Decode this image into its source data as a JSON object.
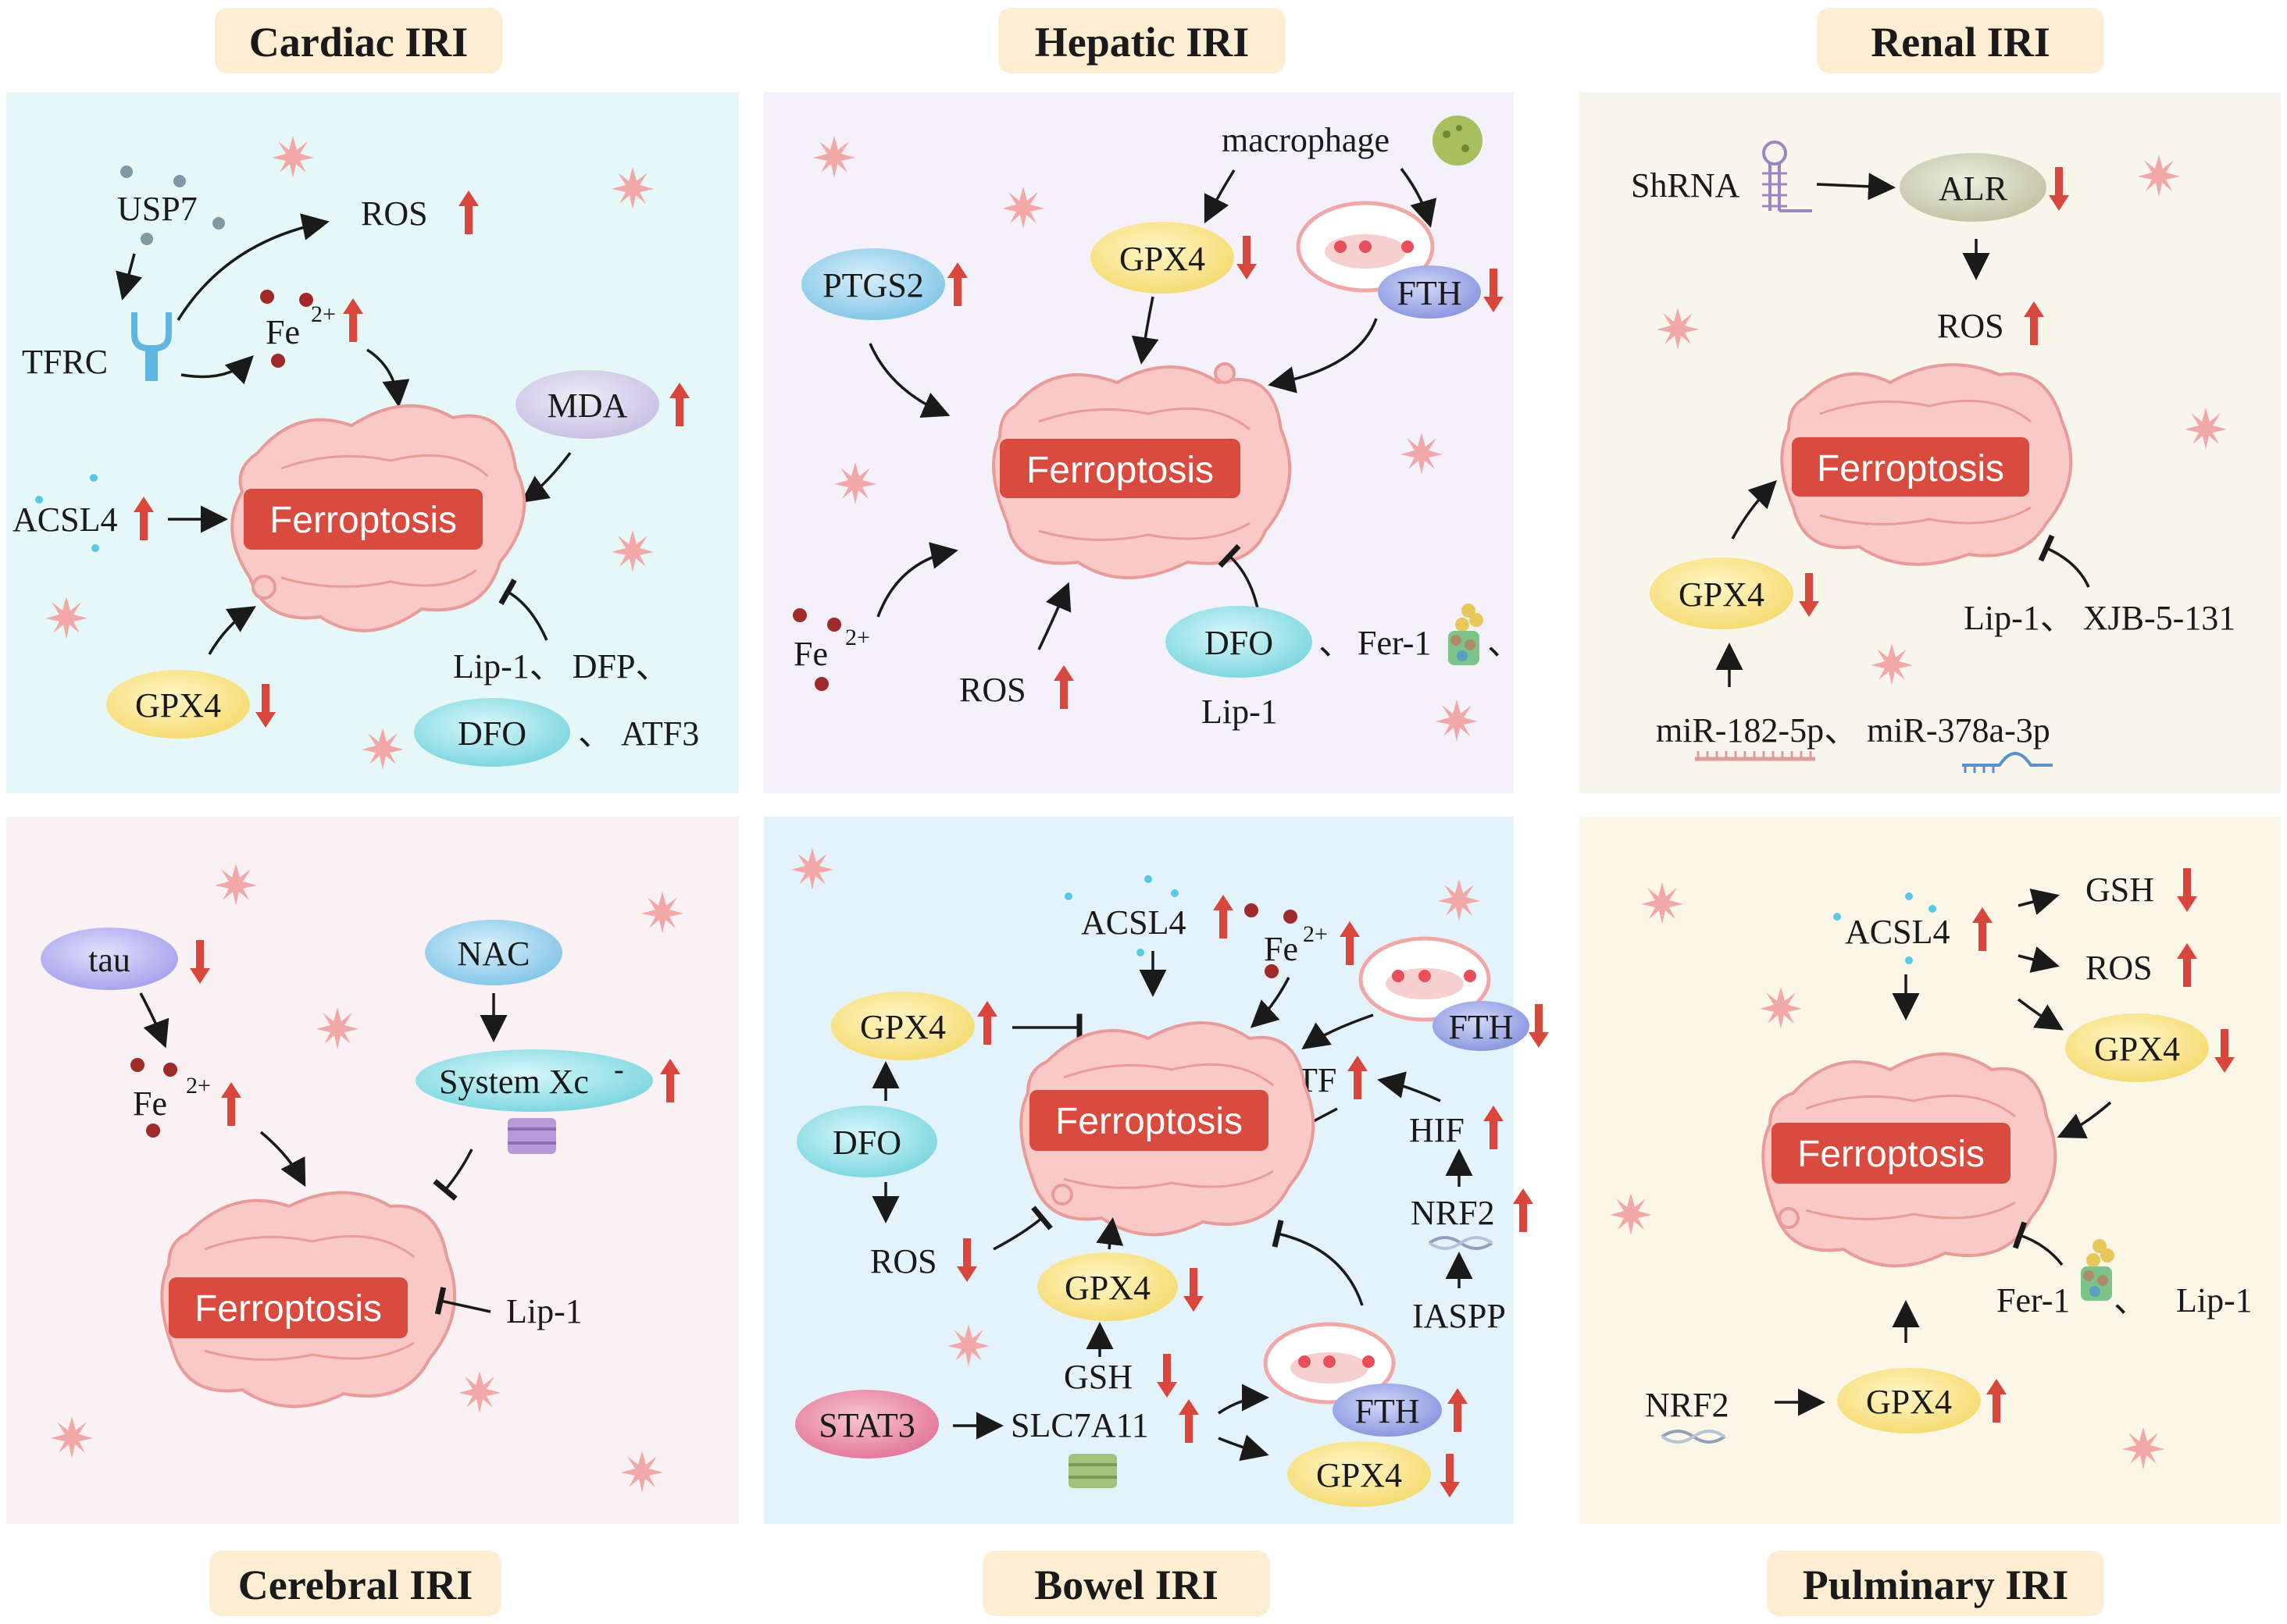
{
  "panels": {
    "cardiac": {
      "title": "Cardiac IRI",
      "usp7": "USP7",
      "ros": "ROS",
      "tfrc": "TFRC",
      "fe": "Fe",
      "fe_sup": "2+",
      "mda": "MDA",
      "acsl4": "ACSL4",
      "ferroptosis": "Ferroptosis",
      "gpx4": "GPX4",
      "inhibitors_1": "Lip-1、 DFP、",
      "dfo": "DFO",
      "inhibitors_2": "、 ATF3"
    },
    "hepatic": {
      "title": "Hepatic IRI",
      "macrophage": "macrophage",
      "gpx4": "GPX4",
      "ptgs2": "PTGS2",
      "fth": "FTH",
      "ferroptosis": "Ferroptosis",
      "fe": "Fe",
      "fe_sup": "2+",
      "ros": "ROS",
      "dfo": "DFO",
      "sep": "、",
      "fer1": "Fer-1",
      "sep2": "、",
      "lip1": "Lip-1"
    },
    "renal": {
      "title": "Renal IRI",
      "shrna": "ShRNA",
      "alr": "ALR",
      "ros": "ROS",
      "ferroptosis": "Ferroptosis",
      "gpx4": "GPX4",
      "inhibitors": "Lip-1、 XJB-5-131",
      "mirna": "miR-182-5p、 miR-378a-3p"
    },
    "cerebral": {
      "title": "Cerebral IRI",
      "tau": "tau",
      "nac": "NAC",
      "fe": "Fe",
      "fe_sup": "2+",
      "system_xc": "System Xc",
      "system_xc_sup": "-",
      "ferroptosis": "Ferroptosis",
      "lip1": "Lip-1"
    },
    "bowel": {
      "title": "Bowel IRI",
      "acsl4": "ACSL4",
      "fe": "Fe",
      "fe_sup": "2+",
      "gpx4_top": "GPX4",
      "fth_top": "FTH",
      "tf": "TF",
      "dfo": "DFO",
      "ferroptosis": "Ferroptosis",
      "hif": "HIF",
      "nrf2": "NRF2",
      "ros": "ROS",
      "gpx4_mid": "GPX4",
      "iaspp": "IASPP",
      "gsh": "GSH",
      "stat3": "STAT3",
      "slc7a11": "SLC7A11",
      "fth_bot": "FTH",
      "gpx4_bot": "GPX4"
    },
    "pulmonary": {
      "title": "Pulminary IRI",
      "acsl4": "ACSL4",
      "gsh": "GSH",
      "ros": "ROS",
      "gpx4_top": "GPX4",
      "ferroptosis": "Ferroptosis",
      "fer1": "Fer-1",
      "sep": "、",
      "lip1": "Lip-1",
      "nrf2": "NRF2",
      "gpx4_bot": "GPX4"
    }
  },
  "colors": {
    "panel_cardiac": "#e6f7f7",
    "panel_hepatic": "#f4f1fb",
    "panel_renal": "#f8f5ec",
    "panel_cerebral": "#faf1f4",
    "panel_bowel": "#e4f3fb",
    "panel_pulmonary": "#fbf6e8",
    "title_bg": "#fdeed3",
    "ferroptosis_bar": "#d94a3f",
    "up_down_arrow": "#d9463b",
    "oval_yellow": "#fbe9a0",
    "oval_blue": "#a8d8f0",
    "oval_lilac": "#dcd6ee",
    "oval_cyan": "#a6e6ec",
    "oval_violet": "#c2c0f4",
    "oval_green": "#d8dac4",
    "oval_pink": "#eb91a8",
    "oval_fth": "#a9b3ea"
  }
}
